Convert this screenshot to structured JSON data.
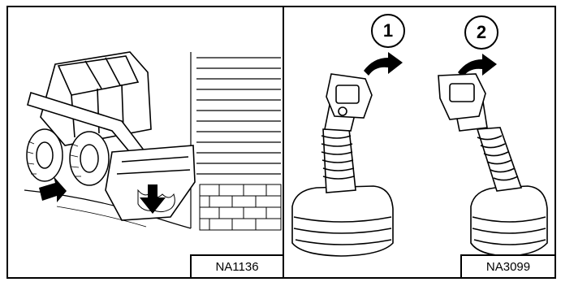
{
  "figures": [
    {
      "id": "left",
      "caption": "NA1136",
      "subject": "skid steer loader lowering attachment beside house wall",
      "icons": [
        "loader-drawing",
        "arrow-right-icon",
        "arrow-down-icon"
      ]
    },
    {
      "id": "right",
      "caption": "NA3099",
      "steps": [
        "1",
        "2"
      ],
      "icons": [
        "joystick-drawing",
        "arrow-right-icon"
      ]
    }
  ],
  "colors": {
    "ink": "#000000",
    "paper": "#ffffff"
  }
}
